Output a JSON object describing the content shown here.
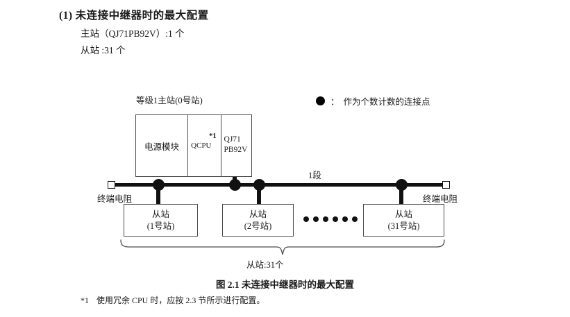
{
  "heading": {
    "number": "(1)",
    "title": "未连接中继器时的最大配置"
  },
  "spec": {
    "master_line": "主站（QJ71PB92V）:1 个",
    "slave_line": "从站 :31 个"
  },
  "legend": {
    "symbol": "legend-dot",
    "colon": "：",
    "text": "作为个数计数的连接点"
  },
  "diagram": {
    "master_label": "等级1主站(0号站)",
    "master_box": {
      "power_module": "电源模块",
      "cpu": "QCPU",
      "cpu_note": "*1",
      "module_line1": "QJ71",
      "module_line2": "PB92V"
    },
    "segment_label": "1段",
    "terminator_left": "终端电阻",
    "terminator_right": "终端电阻",
    "slaves": [
      {
        "title": "从站",
        "station": "(1号站)"
      },
      {
        "title": "从站",
        "station": "(2号站)"
      },
      {
        "title": "从站",
        "station": "(31号站)"
      }
    ],
    "ellipsis_dots": 6,
    "brace_label": "从站:31个"
  },
  "caption": "图 2.1  未连接中继器时的最大配置",
  "footnote": {
    "mark": "*1",
    "text": "使用冗余 CPU 时，应按 2.3 节所示进行配置。"
  },
  "colors": {
    "ink": "#1a1a1a",
    "line": "#4a4a4a",
    "solid": "#111111",
    "background": "#ffffff"
  }
}
